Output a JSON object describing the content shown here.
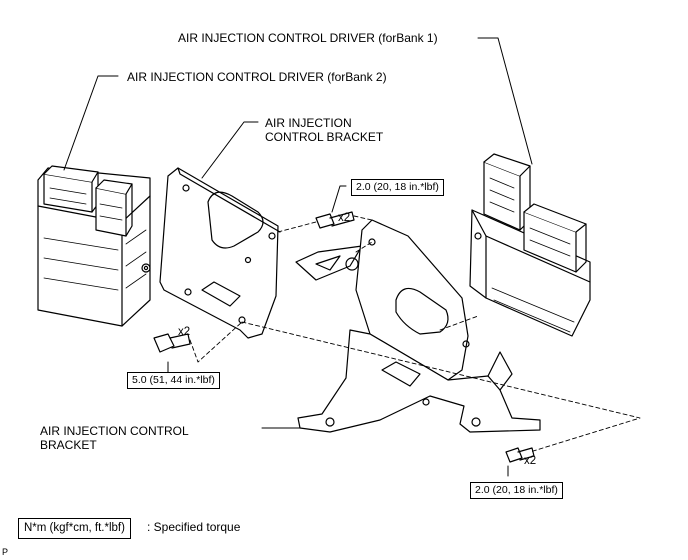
{
  "labels": {
    "driver_bank1": "AIR INJECTION CONTROL DRIVER (forBank 1)",
    "driver_bank2": "AIR INJECTION CONTROL DRIVER (forBank 2)",
    "bracket_upper_line1": "AIR INJECTION",
    "bracket_upper_line2": "CONTROL BRACKET",
    "bracket_lower_line1": "AIR INJECTION CONTROL",
    "bracket_lower_line2": "BRACKET"
  },
  "torques": {
    "upper_bolt": "2.0 (20, 18 in.*lbf)",
    "left_bolt": "5.0 (51, 44 in.*lbf)",
    "lower_right_bolt": "2.0 (20, 18 in.*lbf)"
  },
  "quantities": {
    "upper_bolt": "x2",
    "left_bolt": "x2",
    "lower_right_bolt": "x2"
  },
  "legend": {
    "unit_box": "N*m (kgf*cm, ft.*lbf)",
    "description": ": Specified torque"
  },
  "corner_mark": "P"
}
